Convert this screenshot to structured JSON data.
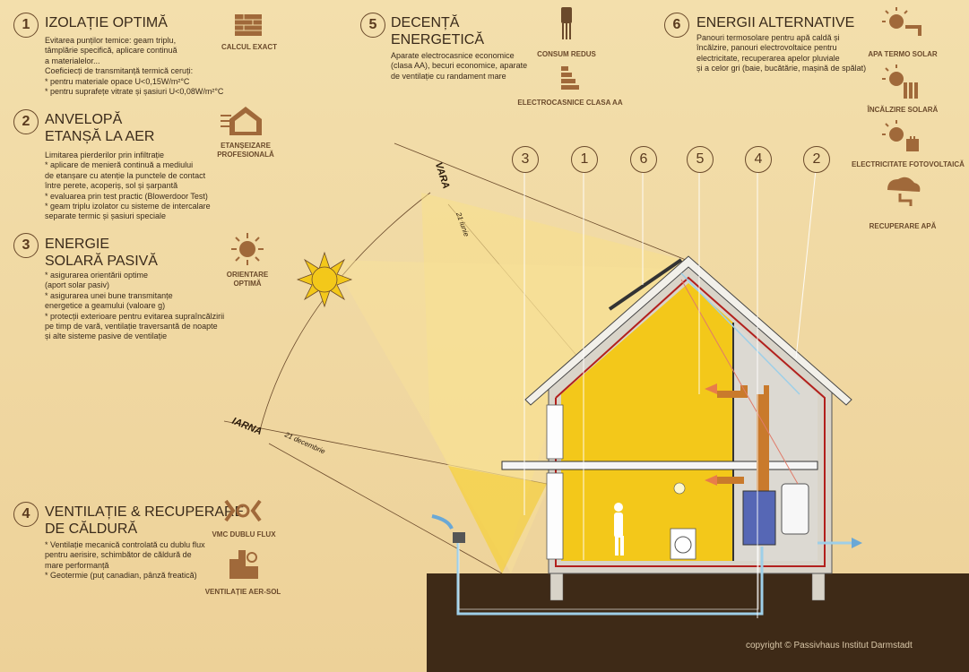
{
  "sections": [
    {
      "number": "1",
      "title": [
        "IZOLAȚIE OPTIMĂ"
      ],
      "text": [
        "Evitarea punților temice: geam triplu,",
        "tâmplărie specifică, aplicare continuă",
        "a materialelor...",
        "Coeficiecți de transmitanță termică ceruți:",
        "*  pentru materiale opace U<0,15W/m²°C",
        "*  pentru suprafețe vitrate și șasiuri U<0,08W/m²°C"
      ]
    },
    {
      "number": "2",
      "title": [
        "ANVELOPĂ",
        "ETANȘĂ LA AER"
      ],
      "text": [
        "Limitarea pierderilor prin infiltrație",
        "*  aplicare de menieră continuă a mediului",
        "   de etanșare cu atenție la punctele de contact",
        "   între perete, acoperiș, sol și șarpantă",
        "*  evaluarea prin test practic (Blowerdoor Test)",
        "*  geam triplu izolator cu sisteme de intercalare",
        "   separate termic și șasiuri speciale"
      ]
    },
    {
      "number": "3",
      "title": [
        "ENERGIE",
        "SOLARĂ PASIVĂ"
      ],
      "text": [
        "*  asigurarea orientării optime",
        "   (aport solar pasiv)",
        "*  asigurarea unei bune transmitanțe",
        "   energetice a geamului (valoare g)",
        "*  protecții exterioare pentru evitarea supraîncălzirii",
        "   pe timp de vară, ventilație traversantă de noapte",
        "   și alte sisteme pasive de ventilație"
      ]
    },
    {
      "number": "4",
      "title": [
        "VENTILAȚIE & RECUPERARE",
        "DE CĂLDURĂ"
      ],
      "text": [
        "*  Ventilație mecanică controlată cu dublu flux",
        "   pentru aerisire, schimbător de căldură de",
        "   mare performanță",
        "*  Geotermie (puț canadian, pânză freatică)"
      ]
    },
    {
      "number": "5",
      "title": [
        "DECENȚĂ",
        "ENERGETICĂ"
      ],
      "text": [
        "Aparate electrocasnice economice",
        "(clasa AA), becuri economice, aparate",
        "de ventilație cu randament mare"
      ]
    },
    {
      "number": "6",
      "title": [
        "ENERGII ALTERNATIVE"
      ],
      "text": [
        "Panouri termosolare pentru apă caldă și",
        "încălzire, panouri electrovoltaice pentru",
        "electricitate, recuperarea apelor pluviale",
        "și a celor gri (baie, bucătărie, mașină de spălat)"
      ]
    }
  ],
  "icons": {
    "calcul": "CALCUL EXACT",
    "etanseizare": [
      "ETANȘEIZARE",
      "PROFESIONALĂ"
    ],
    "orientare": [
      "ORIENTARE",
      "OPTIMĂ"
    ],
    "vmc": "VMC DUBLU FLUX",
    "aersol": "VENTILAȚIE AER-SOL",
    "consum": "CONSUM REDUS",
    "electrocasnice": "ELECTROCASNICE CLASA AA",
    "apa_termo": "APA TERMO SOLAR",
    "incalzire": "ÎNCĂLZIRE SOLARĂ",
    "fotovoltaica": "ELECTRICITATE FOTOVOLTAICĂ",
    "recuperare": "RECUPERARE APĂ"
  },
  "house_numbers": [
    "3",
    "1",
    "6",
    "5",
    "4",
    "2"
  ],
  "sun": {
    "summer": "VARA",
    "summer_date": "21 iunie",
    "winter": "IARNA",
    "winter_date": "21 decembrie"
  },
  "copyright": "copyright © Passivhaus Institut Darmstadt",
  "colors": {
    "background": "#f0d9a3",
    "accent": "#6b4a2b",
    "ground": "#3e2a17",
    "sun": "#f3c81a"
  }
}
